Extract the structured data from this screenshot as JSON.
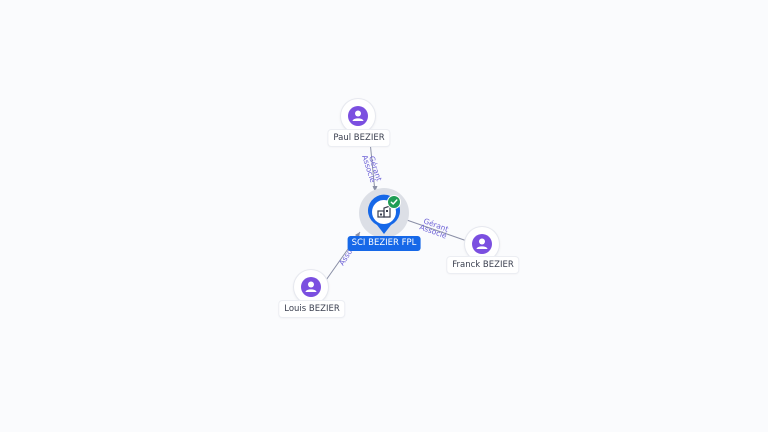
{
  "company": {
    "name": "SCI BEZIER FPL",
    "status_icon": "check-circle-icon",
    "node_icon": "company-buildings-icon",
    "accent_color": "#1668e8",
    "status_color": "#1f9d55"
  },
  "persons": [
    {
      "name": "Paul BEZIER",
      "icon": "person-icon"
    },
    {
      "name": "Franck BEZIER",
      "icon": "person-icon"
    },
    {
      "name": "Louis BEZIER",
      "icon": "person-icon"
    }
  ],
  "edges": [
    {
      "from": "Paul BEZIER",
      "to": "SCI BEZIER FPL",
      "roles": [
        "Gérant",
        "Associé"
      ]
    },
    {
      "from": "Franck BEZIER",
      "to": "SCI BEZIER FPL",
      "roles": [
        "Gérant",
        "Associé"
      ]
    },
    {
      "from": "Louis BEZIER",
      "to": "SCI BEZIER FPL",
      "roles": [
        "Associé"
      ]
    }
  ],
  "colors": {
    "person_dot": "#7b4fe0",
    "edge_label": "#6b5fd6",
    "edge_line": "#8a8fa6"
  }
}
